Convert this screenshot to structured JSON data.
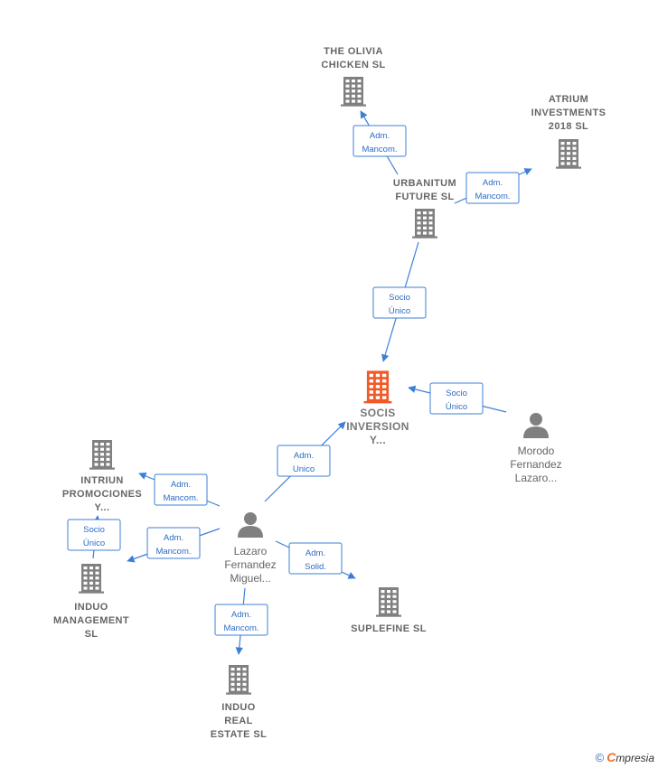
{
  "nodes": [
    {
      "id": "olivia",
      "type": "company",
      "lines": [
        "THE OLIVIA",
        "CHICKEN  SL"
      ],
      "color": "#808080"
    },
    {
      "id": "atrium",
      "type": "company",
      "lines": [
        "ATRIUM",
        "INVESTMENTS",
        "2018  SL"
      ],
      "color": "#808080"
    },
    {
      "id": "urbanitum",
      "type": "company",
      "lines": [
        "URBANITUM",
        "FUTURE  SL"
      ],
      "color": "#808080"
    },
    {
      "id": "socis",
      "type": "company",
      "lines": [
        "SOCIS",
        "INVERSION",
        "Y..."
      ],
      "color": "#f05a28"
    },
    {
      "id": "morodo",
      "type": "person",
      "lines": [
        "Morodo",
        "Fernandez",
        "Lazaro..."
      ],
      "color": "#808080"
    },
    {
      "id": "intriun",
      "type": "company",
      "lines": [
        "INTRIUN",
        "PROMOCIONES",
        "Y..."
      ],
      "color": "#808080"
    },
    {
      "id": "lazaro",
      "type": "person",
      "lines": [
        "Lazaro",
        "Fernandez",
        "Miguel..."
      ],
      "color": "#808080"
    },
    {
      "id": "induo_mgmt",
      "type": "company",
      "lines": [
        "INDUO",
        "MANAGEMENT",
        "SL"
      ],
      "color": "#808080"
    },
    {
      "id": "suplefine",
      "type": "company",
      "lines": [
        "SUPLEFINE  SL"
      ],
      "color": "#808080"
    },
    {
      "id": "induo_re",
      "type": "company",
      "lines": [
        "INDUO",
        "REAL",
        "ESTATE  SL"
      ],
      "color": "#808080"
    }
  ],
  "edges": [
    {
      "from": "urbanitum",
      "to": "olivia",
      "label": [
        "Adm.",
        "Mancom."
      ]
    },
    {
      "from": "urbanitum",
      "to": "atrium",
      "label": [
        "Adm.",
        "Mancom."
      ]
    },
    {
      "from": "urbanitum",
      "to": "socis",
      "label": [
        "Socio",
        "Único"
      ]
    },
    {
      "from": "morodo",
      "to": "socis",
      "label": [
        "Socio",
        "Único"
      ]
    },
    {
      "from": "lazaro",
      "to": "socis",
      "label": [
        "Adm.",
        "Unico"
      ]
    },
    {
      "from": "lazaro",
      "to": "intriun",
      "label": [
        "Adm.",
        "Mancom."
      ]
    },
    {
      "from": "induo_mgmt",
      "to": "intriun",
      "label": [
        "Socio",
        "Único"
      ]
    },
    {
      "from": "lazaro",
      "to": "induo_mgmt",
      "label": [
        "Adm.",
        "Mancom."
      ]
    },
    {
      "from": "lazaro",
      "to": "suplefine",
      "label": [
        "Adm.",
        "Solid."
      ]
    },
    {
      "from": "lazaro",
      "to": "induo_re",
      "label": [
        "Adm.",
        "Mancom."
      ]
    }
  ],
  "footer": {
    "copyright": "©",
    "brand_initial": "C",
    "brand_rest": "mpresia"
  },
  "colors": {
    "edge": "#3d7fd6",
    "highlight": "#f05a28",
    "node": "#808080"
  }
}
